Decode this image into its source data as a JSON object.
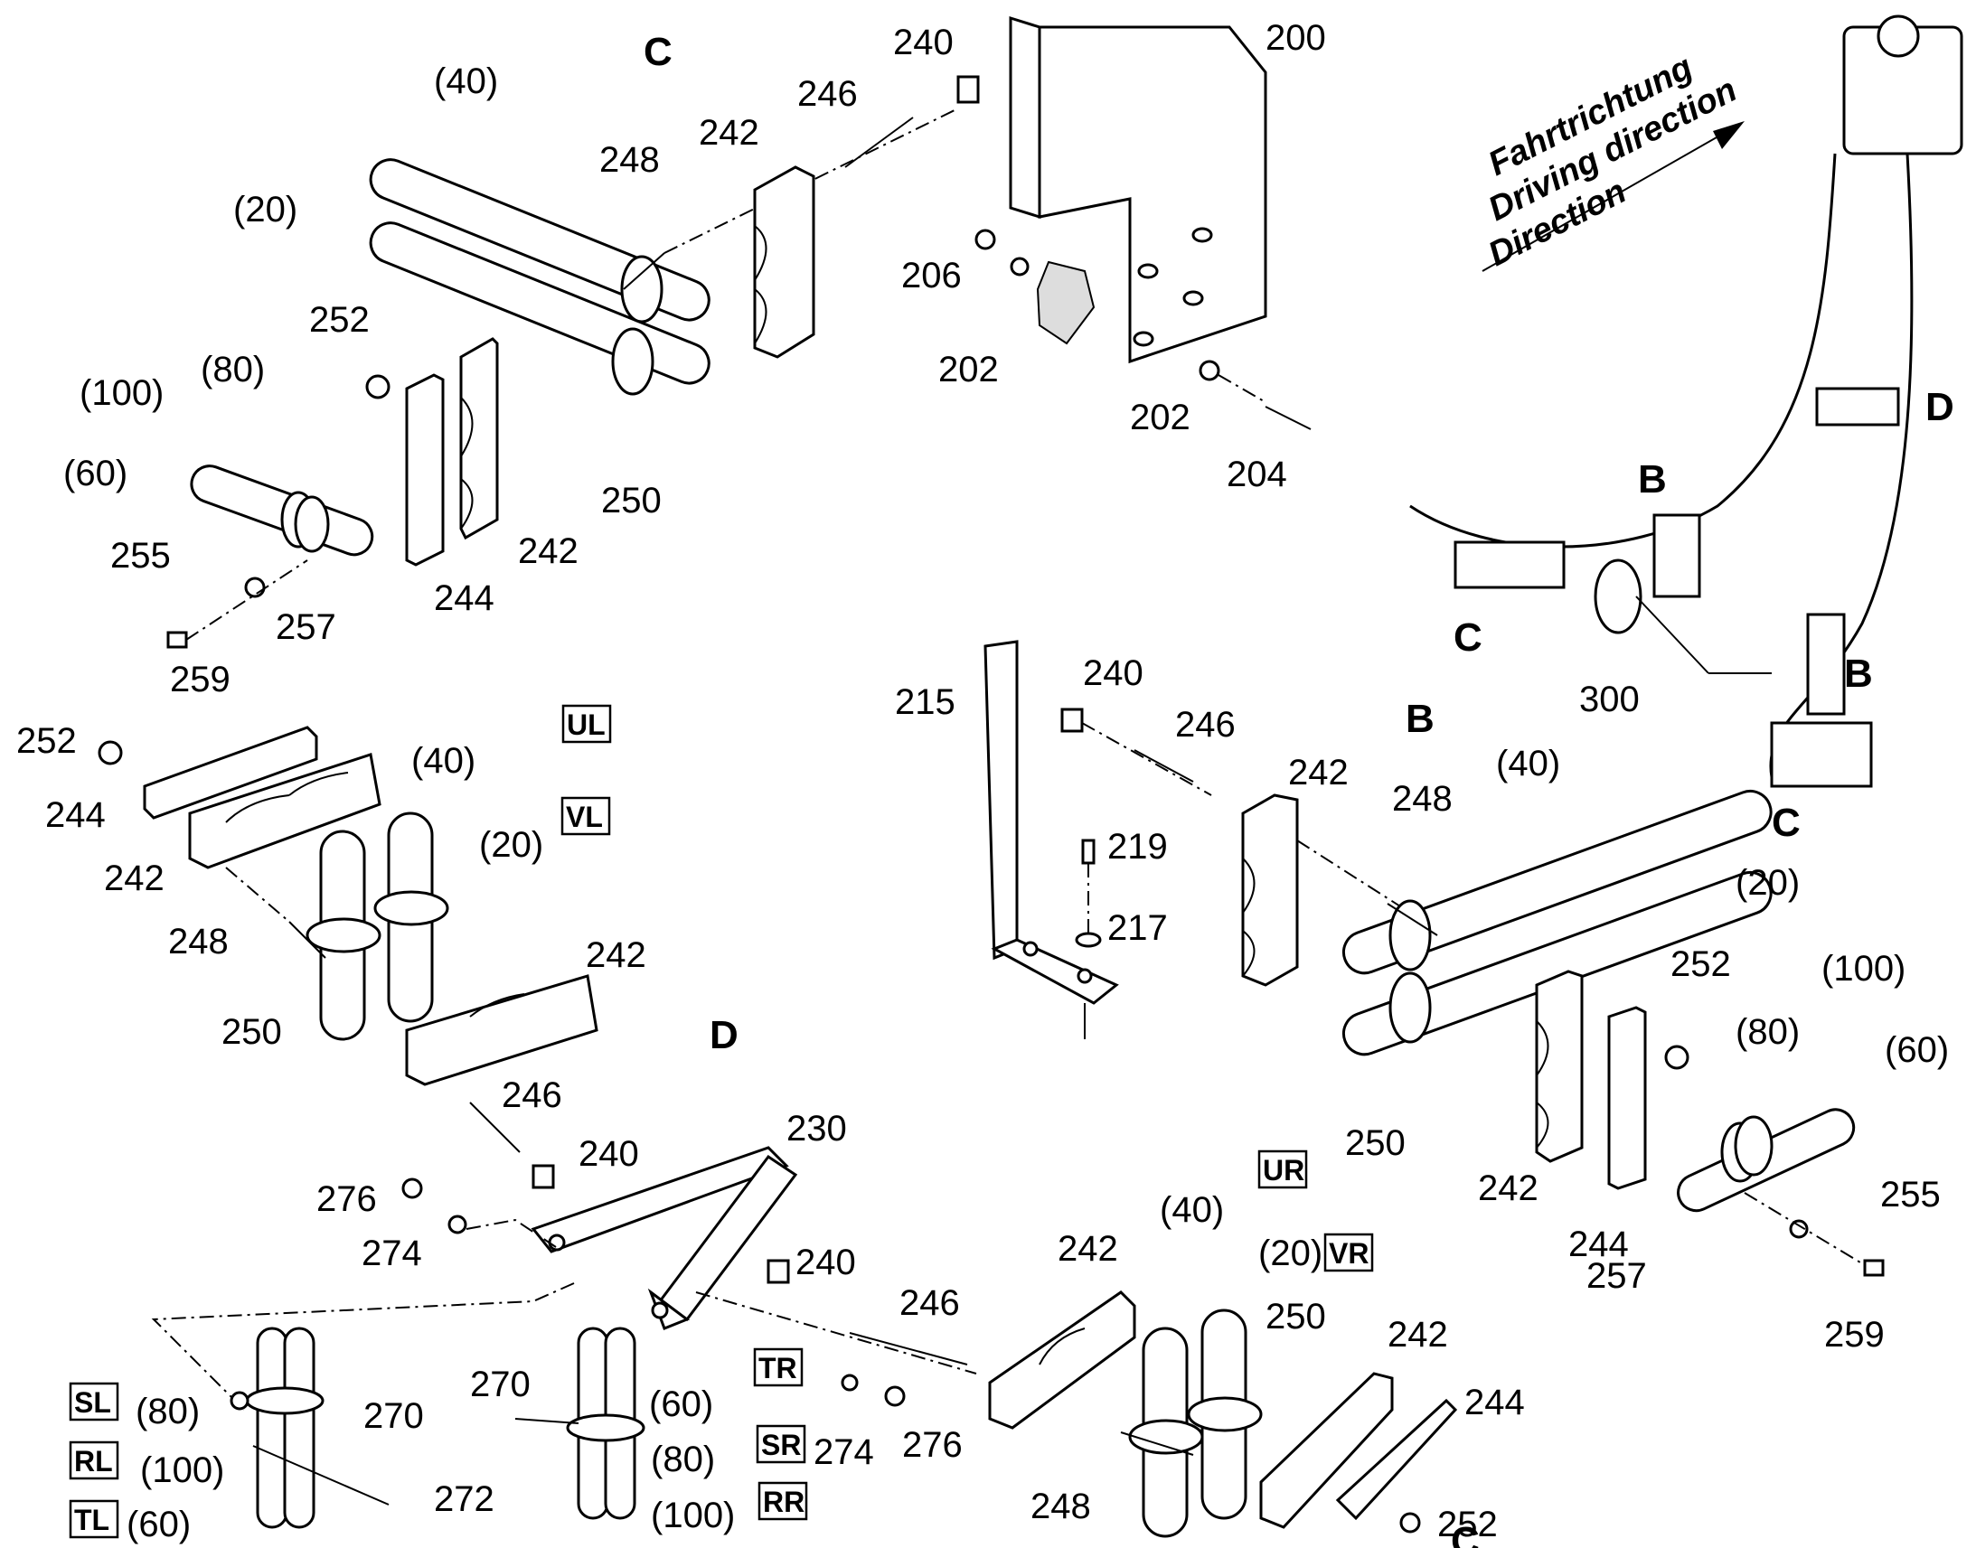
{
  "section_labels": [
    "C",
    "B",
    "D",
    "B",
    "C",
    "C",
    "D",
    "B",
    "C"
  ],
  "direction_lines": [
    "Fahrtrichtung",
    "Driving direction",
    "Direction"
  ],
  "part_labels": [
    "(40)",
    "(20)",
    "240",
    "246",
    "200",
    "248",
    "242",
    "206",
    "202",
    "202",
    "204",
    "252",
    "(80)",
    "(100)",
    "(60)",
    "255",
    "257",
    "259",
    "244",
    "242",
    "250",
    "252",
    "244",
    "242",
    "(40)",
    "(20)",
    "248",
    "250",
    "242",
    "246",
    "240",
    "230",
    "276",
    "274",
    "240",
    "246",
    "270",
    "(80)",
    "(100)",
    "(60)",
    "270",
    "272",
    "(60)",
    "(80)",
    "(100)",
    "274",
    "276",
    "242",
    "(40)",
    "(20)",
    "250",
    "242",
    "244",
    "248",
    "252",
    "215",
    "240",
    "246",
    "242",
    "248",
    "(40)",
    "(20)",
    "219",
    "217",
    "252",
    "(100)",
    "(80)",
    "(60)",
    "250",
    "242",
    "244",
    "255",
    "257",
    "259",
    "300"
  ],
  "boxed_codes": [
    "UL",
    "VL",
    "UR",
    "VR",
    "TR",
    "SR",
    "RR",
    "SL",
    "RL",
    "TL"
  ]
}
